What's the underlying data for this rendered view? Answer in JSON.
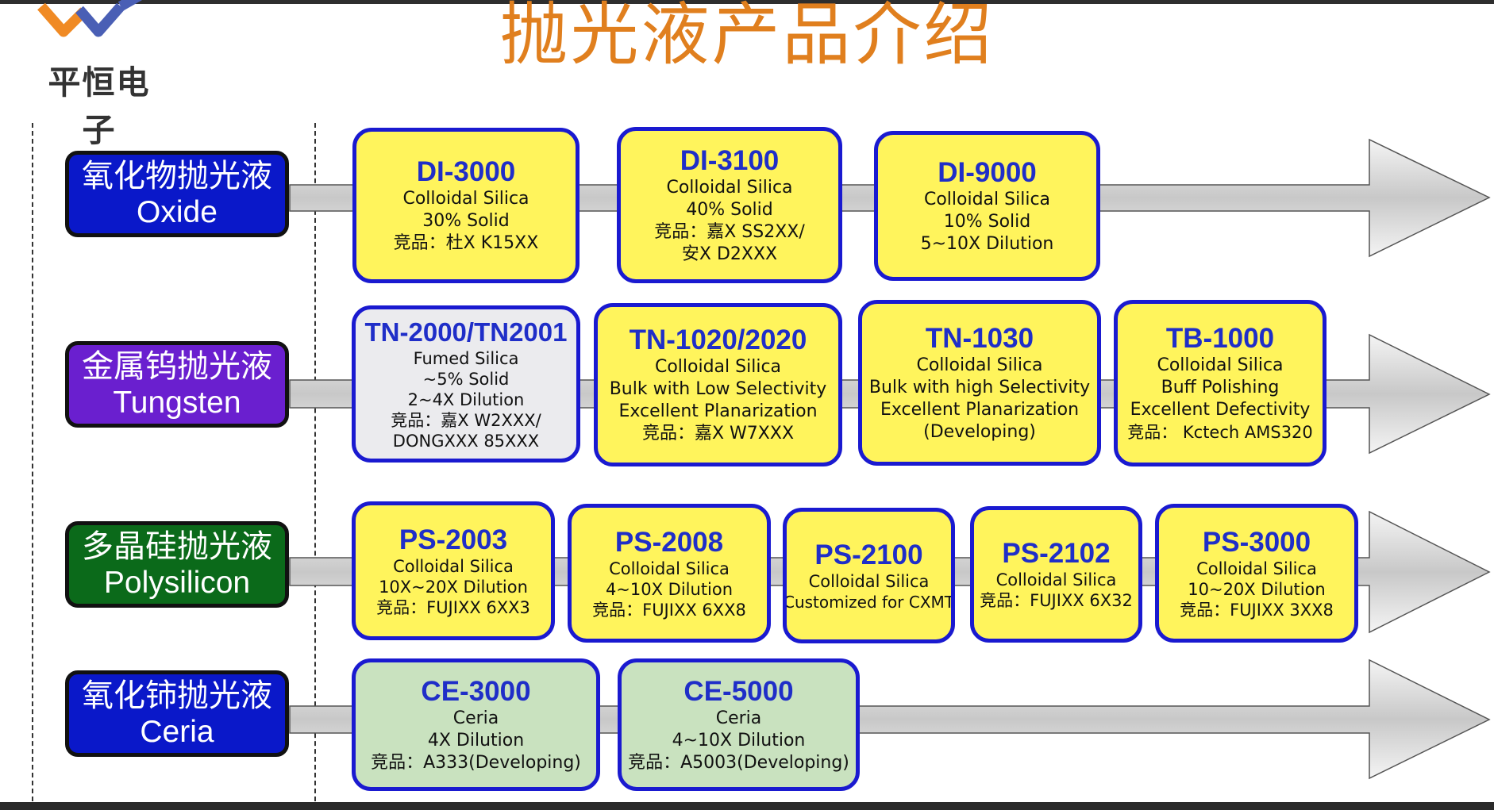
{
  "header": {
    "title": "抛光液产品介绍",
    "logo_text": "平恒电子"
  },
  "colors": {
    "title": "#e07f1e",
    "product_fill": "#fff45c",
    "product_border": "#1a1ad0",
    "product_code": "#1f2ec8",
    "developing_fill": "#ebebee",
    "ceria_fill": "#c9e2bf",
    "oxide": "#0a18c9",
    "tungsten": "#6a1fcf",
    "polysilicon": "#0b6a1a",
    "ceria": "#0a18c9"
  },
  "rows": [
    {
      "category": {
        "zh": "氧化物抛光液",
        "en": "Oxide"
      },
      "products": [
        {
          "code": "DI-3000",
          "lines": [
            "Colloidal Silica",
            "30% Solid",
            "竞品：杜X K15XX"
          ]
        },
        {
          "code": "DI-3100",
          "lines": [
            "Colloidal Silica",
            "40% Solid",
            "竞品：嘉X SS2XX/",
            "安X D2XXX"
          ]
        },
        {
          "code": "DI-9000",
          "lines": [
            "Colloidal Silica",
            "10% Solid",
            "5~10X Dilution"
          ]
        }
      ]
    },
    {
      "category": {
        "zh": "金属钨抛光液",
        "en": "Tungsten"
      },
      "products": [
        {
          "code": "TN-2000/TN2001",
          "lines": [
            "Fumed Silica",
            "~5% Solid",
            "2~4X Dilution",
            "竞品：嘉X W2XXX/",
            "DONGXXX 85XXX"
          ]
        },
        {
          "code": "TN-1020/2020",
          "lines": [
            "Colloidal Silica",
            "Bulk with Low Selectivity",
            "Excellent Planarization",
            "竞品：嘉X W7XXX"
          ]
        },
        {
          "code": "TN-1030",
          "lines": [
            "Colloidal Silica",
            "Bulk with high Selectivity",
            "Excellent Planarization",
            "(Developing)"
          ]
        },
        {
          "code": "TB-1000",
          "lines": [
            "Colloidal Silica",
            "Buff Polishing",
            "Excellent Defectivity",
            "竞品： Kctech AMS320"
          ]
        }
      ]
    },
    {
      "category": {
        "zh": "多晶硅抛光液",
        "en": "Polysilicon"
      },
      "products": [
        {
          "code": "PS-2003",
          "lines": [
            "Colloidal Silica",
            "10X~20X Dilution",
            "竞品：FUJIXX 6XX3"
          ]
        },
        {
          "code": "PS-2008",
          "lines": [
            "Colloidal Silica",
            "4~10X Dilution",
            "竞品：FUJIXX 6XX8"
          ]
        },
        {
          "code": "PS-2100",
          "lines": [
            "Colloidal Silica",
            "Customized for CXMT"
          ]
        },
        {
          "code": "PS-2102",
          "lines": [
            "Colloidal Silica",
            "竞品：FUJIXX 6X32"
          ]
        },
        {
          "code": "PS-3000",
          "lines": [
            "Colloidal Silica",
            "10~20X Dilution",
            "竞品：FUJIXX 3XX8"
          ]
        }
      ]
    },
    {
      "category": {
        "zh": "氧化铈抛光液",
        "en": "Ceria"
      },
      "products": [
        {
          "code": "CE-3000",
          "lines": [
            "Ceria",
            "4X Dilution",
            "竞品：A333(Developing)"
          ]
        },
        {
          "code": "CE-5000",
          "lines": [
            "Ceria",
            "4~10X Dilution",
            "竞品：A5003(Developing)"
          ]
        }
      ]
    }
  ]
}
